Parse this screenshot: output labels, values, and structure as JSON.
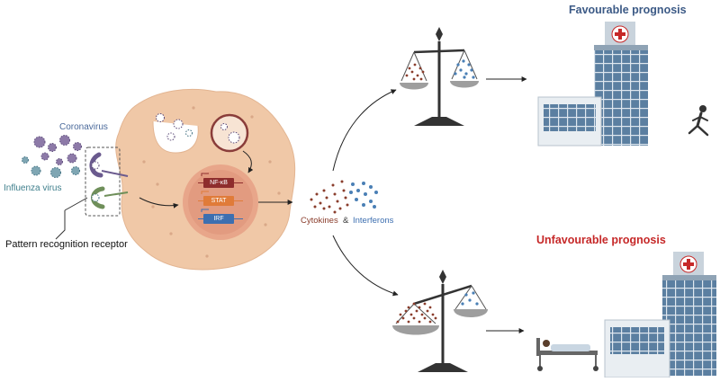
{
  "colors": {
    "favourable": "#3c5a86",
    "unfavourable": "#c62828",
    "cell": "#f0c8a7",
    "cell_dots": "#d9a888",
    "nucleus": "#e8a68a",
    "cytokine": "#8a3d2c",
    "interferon": "#4a7fb5",
    "virus": "#7e6b9c",
    "hospital_glass": "#5b7fa1",
    "label_blue": "#4b6a9b",
    "label_teal": "#3f7f8c",
    "nfkb": "#8e2d2d",
    "stat": "#e07b39",
    "irf": "#3d6fb0"
  },
  "labels": {
    "favourable_prognosis": "Favourable prognosis",
    "unfavourable_prognosis": "Unfavourable prognosis",
    "coronavirus": "Coronavirus",
    "influenza_virus": "Influenza virus",
    "pattern_recognition_receptor": "Pattern recognition receptor",
    "cytokines": "Cytokines",
    "ampersand": "&",
    "interferons": "Interferons",
    "gene_nfkb": "NF-κB",
    "gene_stat": "STAT",
    "gene_irf": "IRF"
  },
  "icons": [
    "virus-icon",
    "receptor-icon",
    "cell-icon",
    "nucleus-icon",
    "balance-scale-icon",
    "hospital-icon",
    "runner-icon",
    "hospital-bed-icon",
    "arrow-icon"
  ]
}
